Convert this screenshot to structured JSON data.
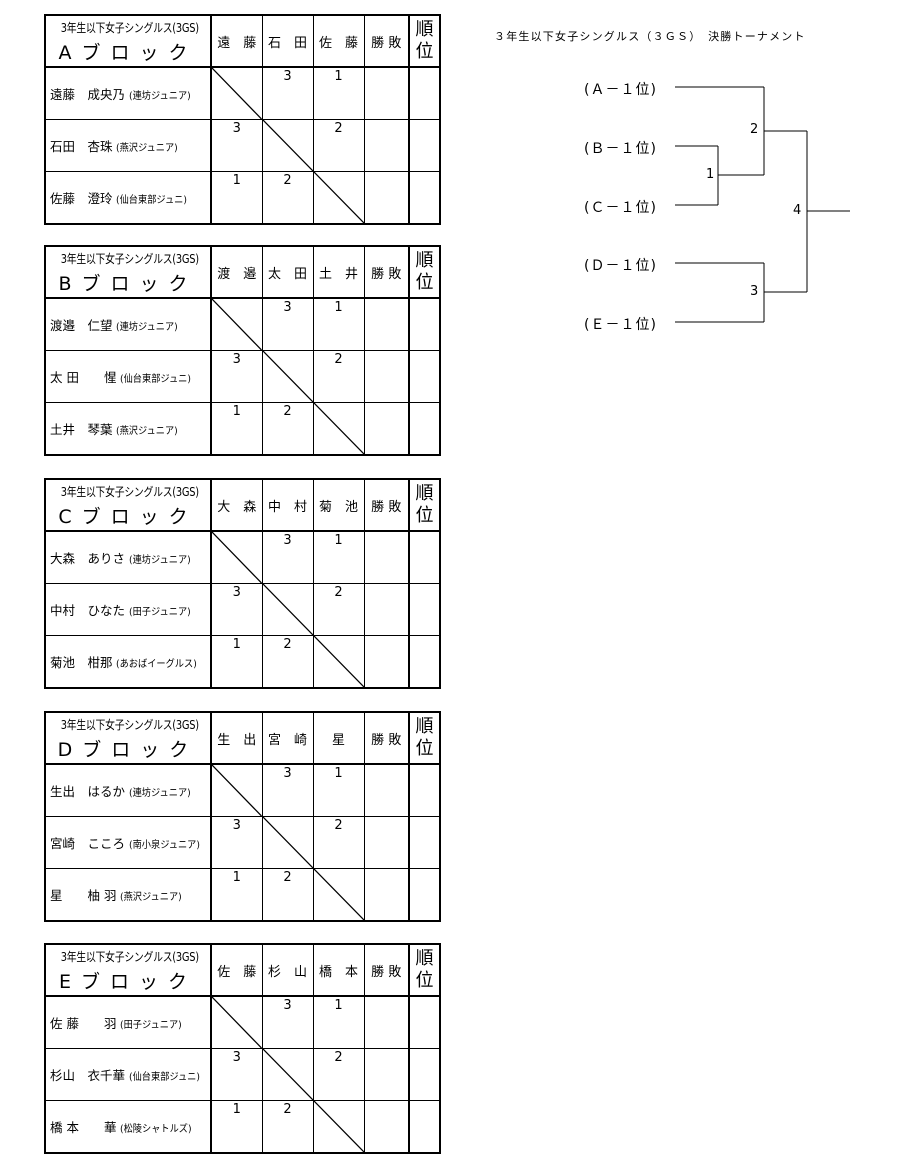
{
  "blocks": [
    {
      "title_small": "3年生以下女子シングルス(3GS)",
      "title_big": "Aブロック",
      "cols": [
        "遠　藤",
        "石　田",
        "佐　藤"
      ],
      "wins": "勝",
      "losses": "敗",
      "rank": "順\n位",
      "players": [
        {
          "name": "遠藤　成央乃",
          "club": "(連坊ジュニア)",
          "scores": [
            "",
            "3",
            "1"
          ]
        },
        {
          "name": "石田　杏珠",
          "club": "(燕沢ジュニア)",
          "scores": [
            "3",
            "",
            "2"
          ]
        },
        {
          "name": "佐藤　澄玲",
          "club": "(仙台東部ジュニ)",
          "scores": [
            "1",
            "2",
            ""
          ]
        }
      ]
    },
    {
      "title_small": "3年生以下女子シングルス(3GS)",
      "title_big": "Bブロック",
      "cols": [
        "渡　邉",
        "太　田",
        "土　井"
      ],
      "wins": "勝",
      "losses": "敗",
      "rank": "順\n位",
      "players": [
        {
          "name": "渡邉　仁望",
          "club": "(連坊ジュニア)",
          "scores": [
            "",
            "3",
            "1"
          ]
        },
        {
          "name": "太 田　　惺",
          "club": "(仙台東部ジュニ)",
          "scores": [
            "3",
            "",
            "2"
          ]
        },
        {
          "name": "土井　琴葉",
          "club": "(燕沢ジュニア)",
          "scores": [
            "1",
            "2",
            ""
          ]
        }
      ]
    },
    {
      "title_small": "3年生以下女子シングルス(3GS)",
      "title_big": "Cブロック",
      "cols": [
        "大　森",
        "中　村",
        "菊　池"
      ],
      "wins": "勝",
      "losses": "敗",
      "rank": "順\n位",
      "players": [
        {
          "name": "大森　ありさ",
          "club": "(連坊ジュニア)",
          "scores": [
            "",
            "3",
            "1"
          ]
        },
        {
          "name": "中村　ひなた",
          "club": "(田子ジュニア)",
          "scores": [
            "3",
            "",
            "2"
          ]
        },
        {
          "name": "菊池　柑那",
          "club": "(あおばイーグルス)",
          "scores": [
            "1",
            "2",
            ""
          ]
        }
      ]
    },
    {
      "title_small": "3年生以下女子シングルス(3GS)",
      "title_big": "Dブロック",
      "cols": [
        "生　出",
        "宮　崎",
        "星"
      ],
      "wins": "勝",
      "losses": "敗",
      "rank": "順\n位",
      "players": [
        {
          "name": "生出　はるか",
          "club": "(連坊ジュニア)",
          "scores": [
            "",
            "3",
            "1"
          ]
        },
        {
          "name": "宮崎　こころ",
          "club": "(南小泉ジュニア)",
          "scores": [
            "3",
            "",
            "2"
          ]
        },
        {
          "name": "星　　柚 羽",
          "club": "(燕沢ジュニア)",
          "scores": [
            "1",
            "2",
            ""
          ]
        }
      ]
    },
    {
      "title_small": "3年生以下女子シングルス(3GS)",
      "title_big": "Eブロック",
      "cols": [
        "佐　藤",
        "杉　山",
        "橋　本"
      ],
      "wins": "勝",
      "losses": "敗",
      "rank": "順\n位",
      "players": [
        {
          "name": "佐 藤　　羽",
          "club": "(田子ジュニア)",
          "scores": [
            "",
            "3",
            "1"
          ]
        },
        {
          "name": "杉山　衣千華",
          "club": "(仙台東部ジュニ)",
          "scores": [
            "3",
            "",
            "2"
          ]
        },
        {
          "name": "橋 本　　華",
          "club": "(松陵シャトルズ)",
          "scores": [
            "1",
            "2",
            ""
          ]
        }
      ]
    }
  ],
  "tournament": {
    "title": "３年生以下女子シングルス（３ＧＳ）　決勝トーナメント",
    "slots": [
      "(Ａ－１位)",
      "(Ｂ－１位)",
      "(Ｃ－１位)",
      "(Ｄ－１位)",
      "(Ｅ－１位)"
    ],
    "match_numbers": [
      "1",
      "2",
      "3",
      "4"
    ]
  }
}
